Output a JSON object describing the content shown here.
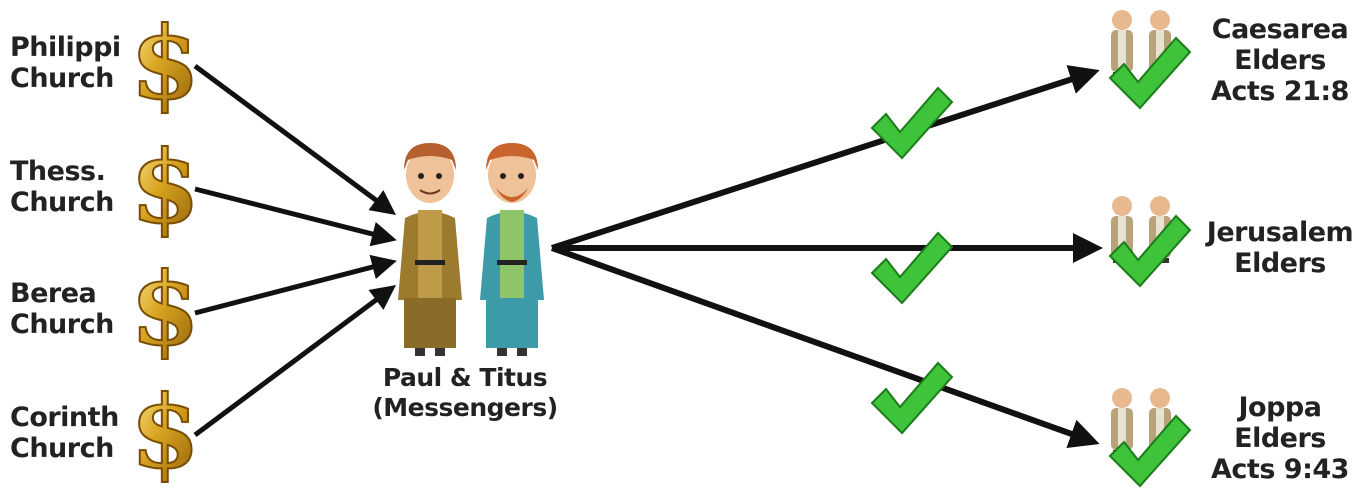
{
  "sources": [
    {
      "line1": "Philippi",
      "line2": "Church",
      "icon": "dollar-sign-icon"
    },
    {
      "line1": "Thess.",
      "line2": "Church",
      "icon": "dollar-sign-icon"
    },
    {
      "line1": "Berea",
      "line2": "Church",
      "icon": "dollar-sign-icon"
    },
    {
      "line1": "Corinth",
      "line2": "Church",
      "icon": "dollar-sign-icon"
    }
  ],
  "messengers": {
    "line1": "Paul & Titus",
    "line2": "(Messengers)",
    "icon": "paul-and-titus-figures"
  },
  "destinations": [
    {
      "lines": [
        "Caesarea",
        "Elders",
        "Acts 21:8"
      ],
      "icon": "elders-figures",
      "status": "check-mark-icon"
    },
    {
      "lines": [
        "Jerusalem",
        "Elders"
      ],
      "icon": "elders-figures",
      "status": "check-mark-icon"
    },
    {
      "lines": [
        "Joppa",
        "Elders",
        "Acts 9:43"
      ],
      "icon": "elders-figures",
      "status": "check-mark-icon"
    }
  ],
  "colors": {
    "arrow": "#111111",
    "dollar": "#d4a017",
    "check": "#3ec33a",
    "text": "#222222"
  }
}
